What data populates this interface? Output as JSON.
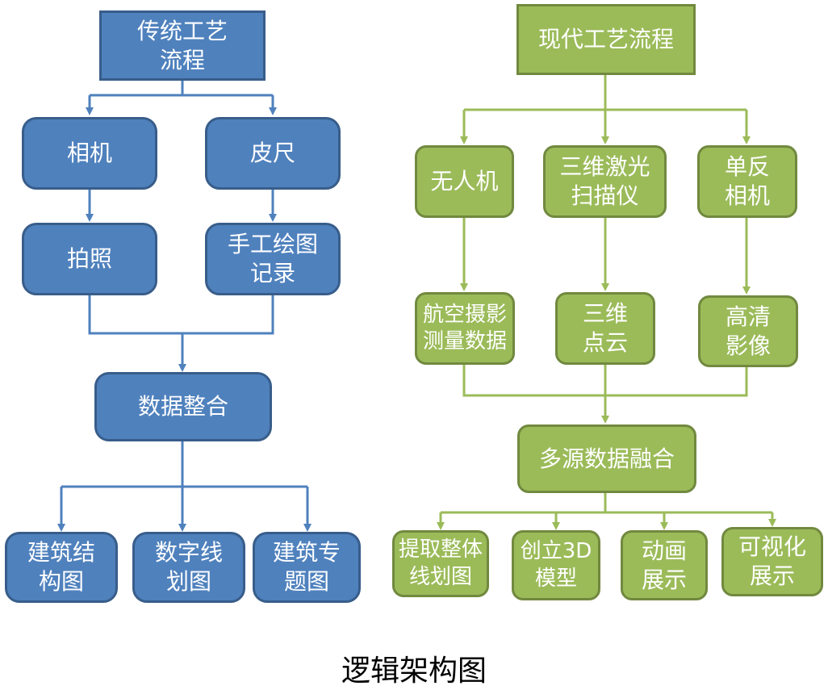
{
  "colors": {
    "blue_fill": "#4f81bd",
    "blue_border": "#385d8a",
    "green_fill": "#9bbb59",
    "green_border": "#71893f"
  },
  "traditional": {
    "root": "传统工艺\n流程",
    "camera": "相机",
    "tape": "皮尺",
    "photo": "拍照",
    "drawing": "手工绘图\n记录",
    "integrate": "数据整合",
    "out1": "建筑结\n构图",
    "out2": "数字线\n划图",
    "out3": "建筑专\n题图"
  },
  "modern": {
    "root": "现代工艺流程",
    "drone": "无人机",
    "laser": "三维激光\n扫描仪",
    "slr": "单反\n相机",
    "aerial": "航空摄影\n测量数据",
    "pointcloud": "三维\n点云",
    "hd": "高清\n影像",
    "fusion": "多源数据融合",
    "out1": "提取整体\n线划图",
    "out2": "创立3D\n模型",
    "out3": "动画\n展示",
    "out4": "可视化\n展示"
  },
  "caption": "逻辑架构图"
}
